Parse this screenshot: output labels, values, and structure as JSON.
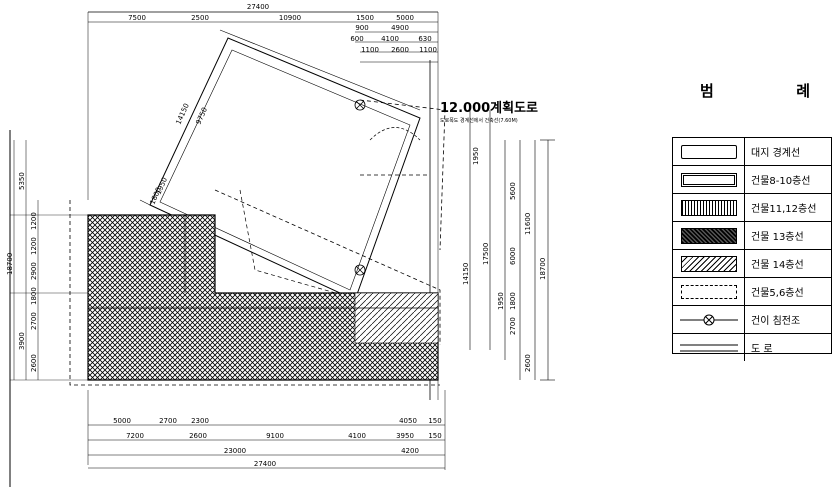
{
  "plan": {
    "title": "12.000계획도로",
    "top_total": "27400",
    "top_dims": [
      "7500",
      "2500",
      "10900",
      "1500",
      "5000"
    ],
    "top_dims_small": [
      "900",
      "4900",
      "600",
      "4100",
      "630",
      "1100",
      "2600",
      "1100"
    ],
    "bottom_dims_row1": [
      "5000",
      "2700",
      "2300",
      "4050",
      "150"
    ],
    "bottom_dims_row2": [
      "7200",
      "2600",
      "9100",
      "4100",
      "3950",
      "150"
    ],
    "bottom_dims_row3": [
      "23000",
      "4200"
    ],
    "bottom_total": "27400",
    "left_dims": [
      "5350",
      "1200",
      "1200",
      "2900",
      "1800",
      "2700",
      "3900",
      "2600"
    ],
    "left_total": "18700",
    "right_dims": [
      "1950",
      "5600",
      "11600",
      "1950",
      "1800",
      "2700",
      "2600"
    ],
    "right_total": "18700",
    "right_inner": [
      "17500",
      "14150",
      "6000"
    ],
    "slant_dims": [
      "14150",
      "9750",
      "1950",
      "1800"
    ],
    "road_note": "도로폭도 경계선에서 건축선(7.60M)"
  },
  "legend": {
    "title": [
      "범",
      "례"
    ],
    "items": [
      {
        "label": "대지 경계선",
        "symbol": "plain-box-icon"
      },
      {
        "label": "건물8-10층선",
        "symbol": "double-line-box-icon"
      },
      {
        "label": "건물11,12층선",
        "symbol": "vertical-hatch-box-icon"
      },
      {
        "label": "건물 13층선",
        "symbol": "dense-hatch-box-icon"
      },
      {
        "label": "건물 14층선",
        "symbol": "diagonal-hatch-box-icon"
      },
      {
        "label": "건물5,6층선",
        "symbol": "dashed-box-icon"
      },
      {
        "label": "건이 침전조",
        "symbol": "circle-x-line-icon"
      },
      {
        "label": "도 로",
        "symbol": "double-line-icon"
      }
    ]
  }
}
